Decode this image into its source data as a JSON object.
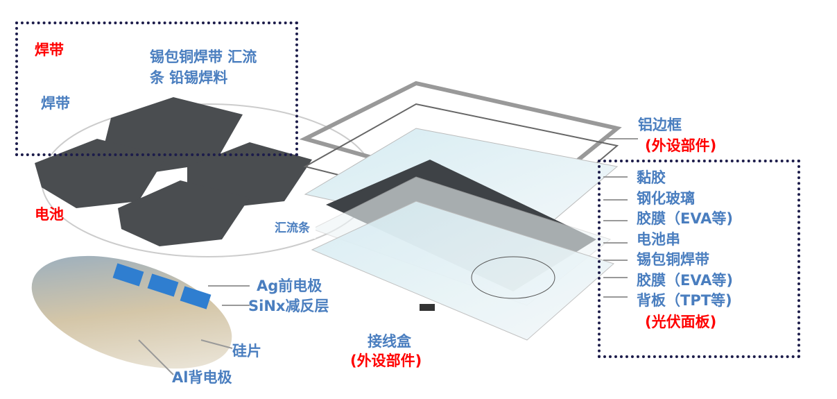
{
  "solder_ribbon_box": {
    "title": "焊带",
    "materials_line1": "锡包铜焊带  汇流",
    "materials_line2": "条  铅锡焊料",
    "ribbon_label": "焊带"
  },
  "cell_label": "电池",
  "busbar_label": "汇流条",
  "cell_cross_section": {
    "front_electrode": "Ag前电极",
    "antireflection": "SiNx减反层",
    "wafer": "硅片",
    "back_electrode": "Al背电极"
  },
  "junction_box": {
    "label": "接线盒",
    "note": "(外设部件)"
  },
  "frame": {
    "label": "铝边框",
    "note": "(外设部件)"
  },
  "panel_layers": {
    "items": [
      "黏胶",
      "钢化玻璃",
      "胶膜（EVA等)",
      "电池串",
      "锡包铜焊带",
      "胶膜（EVA等)",
      "背板（TPT等)"
    ],
    "note": "(光伏面板)"
  },
  "colors": {
    "label_blue": "#4a7ebf",
    "accent_red": "#ff0000",
    "box_border": "#1c1c4a"
  }
}
